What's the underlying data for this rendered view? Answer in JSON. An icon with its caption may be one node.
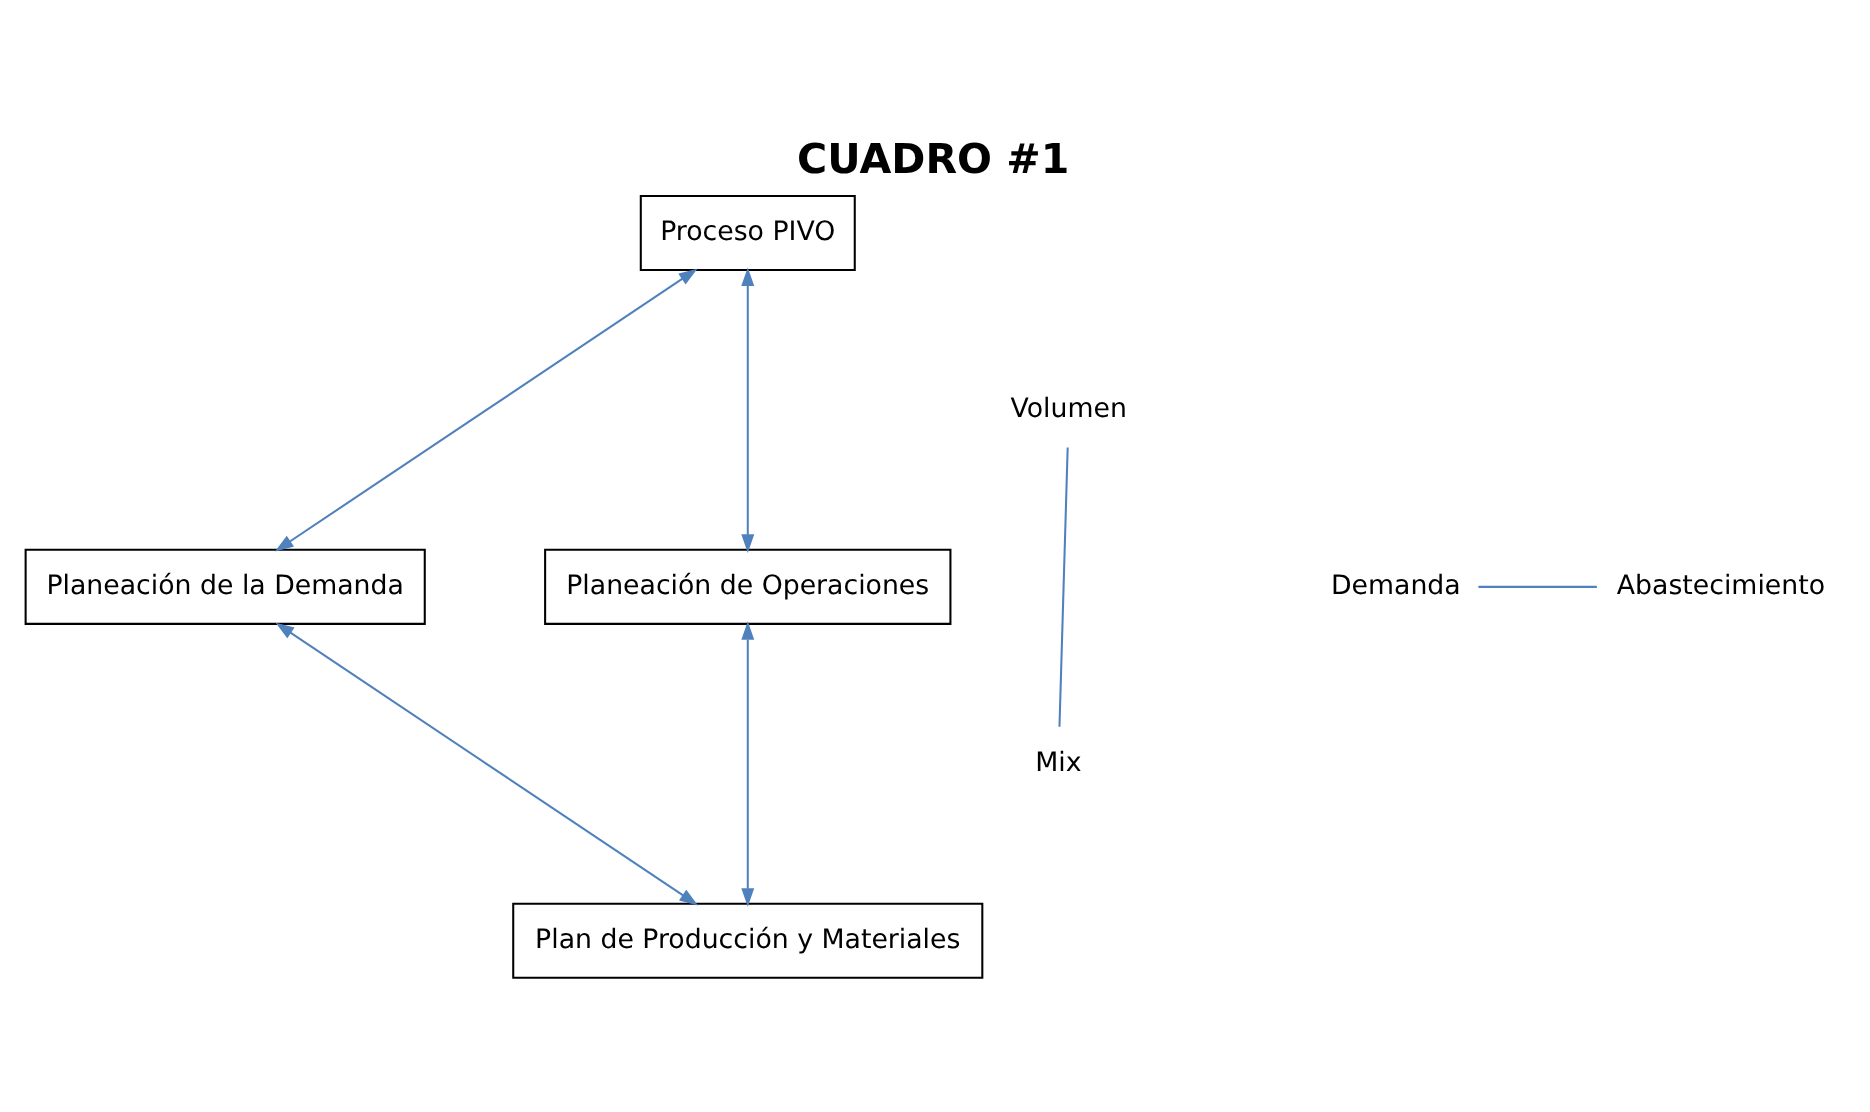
{
  "diagram": {
    "title": "CUADRO #1",
    "nodes": [
      {
        "text": [
          "Proceso PIVO"
        ]
      },
      {
        "text": [
          "Planeación de la Demanda"
        ]
      },
      {
        "text": [
          "Planeación de Operaciones"
        ]
      },
      {
        "text": [
          "Plan de Producción y Materiales"
        ]
      },
      {
        "text": [
          "Volumen"
        ]
      },
      {
        "text": [
          "Demanda"
        ]
      },
      {
        "text": [
          "Abastecimiento"
        ]
      },
      {
        "text": [
          "Mix"
        ]
      }
    ],
    "edges": [
      {
        "from": 0,
        "to": 1,
        "arrow": "both"
      },
      {
        "from": 0,
        "to": 2,
        "arrow": "both"
      },
      {
        "from": 1,
        "to": 3,
        "arrow": "both"
      },
      {
        "from": 2,
        "to": 3,
        "arrow": "both"
      },
      {
        "from": 4,
        "to": 7,
        "arrow": "none"
      },
      {
        "from": 5,
        "to": 6,
        "arrow": "none"
      }
    ]
  }
}
